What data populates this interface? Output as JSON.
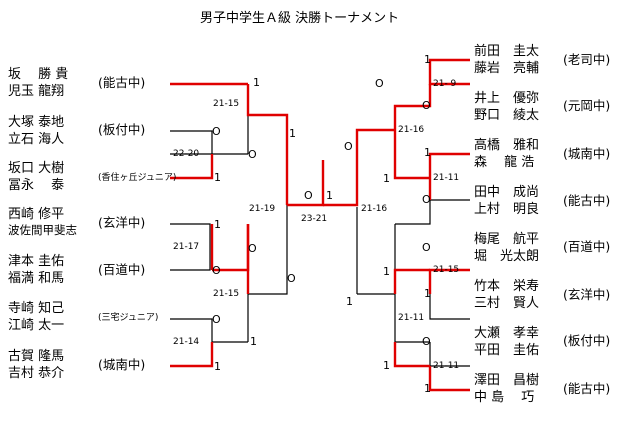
{
  "title": "男子中学生Ａ級 決勝トーナメント",
  "left": {
    "pairs": [
      {
        "p1": "坂　 勝 貴",
        "p2": "児玉 龍翔",
        "team": "(能古中)"
      },
      {
        "p1": "大塚 泰地",
        "p2": "立石 海人",
        "team": "(板付中)"
      },
      {
        "p1": "坂口 大樹",
        "p2": "冨永　 泰",
        "team": "(香住ヶ丘ジュニア)"
      },
      {
        "p1": "西崎 修平",
        "p2": "波佐間甲斐志",
        "team": "(玄洋中)"
      },
      {
        "p1": "津本 圭佑",
        "p2": "福満 和馬",
        "team": "(百道中)"
      },
      {
        "p1": "寺崎 知己",
        "p2": "江崎 太一",
        "team": "(三宅ジュニア)"
      },
      {
        "p1": "古賀 隆馬",
        "p2": "吉村 恭介",
        "team": "(城南中)"
      }
    ]
  },
  "right": {
    "pairs": [
      {
        "p1": "前田　圭太",
        "p2": "藤岩　亮輔",
        "team": "(老司中)"
      },
      {
        "p1": "井上　優弥",
        "p2": "野口　綾太",
        "team": "(元岡中)"
      },
      {
        "p1": "高橋　雅和",
        "p2": "森　 龍 浩",
        "team": "(城南中)"
      },
      {
        "p1": "田中　成尚",
        "p2": "上村　明良",
        "team": "(能古中)"
      },
      {
        "p1": "梅尾　航平",
        "p2": "堀　光太朗",
        "team": "(百道中)"
      },
      {
        "p1": "竹本　栄寿",
        "p2": "三村　賢人",
        "team": "(玄洋中)"
      },
      {
        "p1": "大瀬　孝幸",
        "p2": "平田　圭佑",
        "team": "(板付中)"
      },
      {
        "p1": "澤田　昌樹",
        "p2": "中 島　 巧",
        "team": "(能古中)"
      }
    ]
  },
  "scores": {
    "l_r1a": "22-20",
    "l_r1b": "21-17",
    "l_r1c": "21-14",
    "l_r2a": "21-15",
    "l_r2b": "21-15",
    "l_r3": "21-19",
    "final": "23-21",
    "r_r3": "21-16",
    "r_r2a": "21-16",
    "r_r2b": "21-11",
    "r_r1a": "21- 9",
    "r_r1b": "21-11",
    "r_r1c": "21-15",
    "r_r1d": "21-11"
  },
  "marks": {
    "win": "1",
    "loss": "O"
  }
}
